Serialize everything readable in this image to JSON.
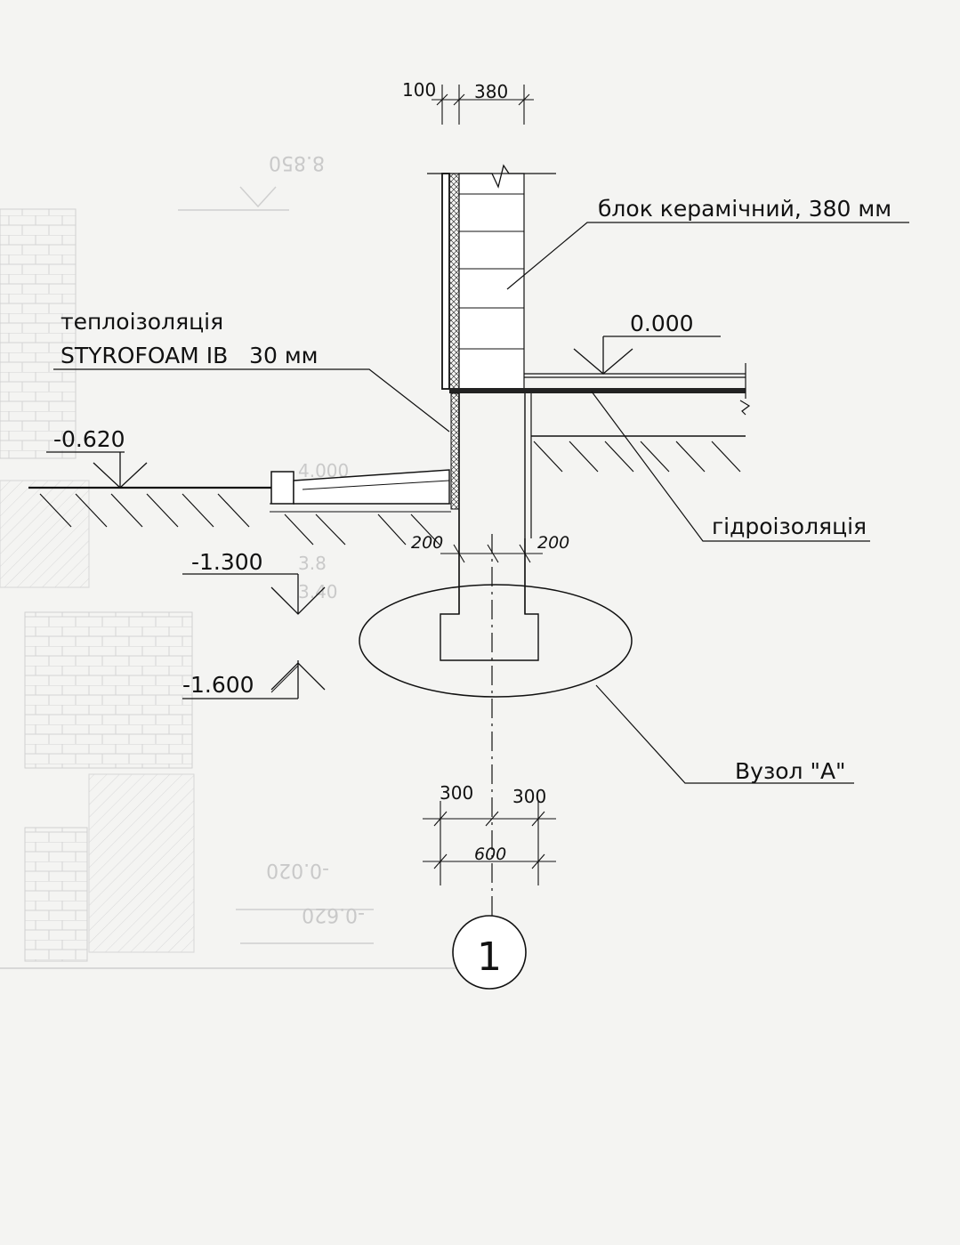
{
  "dimensions": {
    "top_left": "100",
    "top_right": "380",
    "bottom_left": "200",
    "bottom_right": "200",
    "footing_left": "300",
    "footing_right": "300",
    "footing_total": "600"
  },
  "levels": {
    "floor": "0.000",
    "ground": "-0.620",
    "level_1": "-1.300",
    "level_2": "-1.600"
  },
  "labels": {
    "block": "блок керамічний, 380 мм",
    "insulation_line1": "теплоізоляція",
    "insulation_line2": "STYROFOAM IB   30 мм",
    "waterproofing": "гідроізоляція",
    "node": "Вузол \"А\""
  },
  "axis": {
    "number": "1"
  },
  "background_faint": {
    "levels": [
      "8.850",
      "4.000",
      "3.8",
      "3.40",
      "-0.020",
      "-0.620"
    ]
  }
}
